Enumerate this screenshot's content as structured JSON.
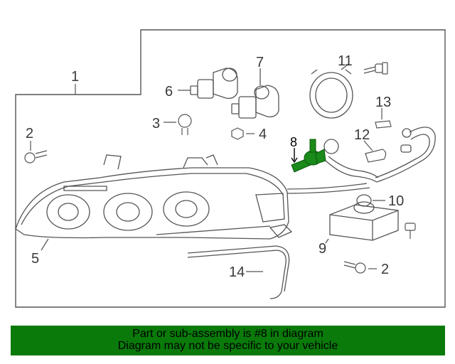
{
  "callouts": {
    "c1": "1",
    "c2a": "2",
    "c2b": "2",
    "c3": "3",
    "c4": "4",
    "c5": "5",
    "c6": "6",
    "c7": "7",
    "c8": "8",
    "c9": "9",
    "c10": "10",
    "c11": "11",
    "c12": "12",
    "c13": "13",
    "c14": "14"
  },
  "highlight_part": "8",
  "banner": {
    "line1": "Part or sub-assembly is #8 in diagram",
    "line2": "Diagram may not be specific to your vehicle"
  },
  "colors": {
    "line": "#555555",
    "highlight": "#1a8a1a",
    "banner_bg": "#0a7a0a",
    "banner_text": "#000000"
  }
}
